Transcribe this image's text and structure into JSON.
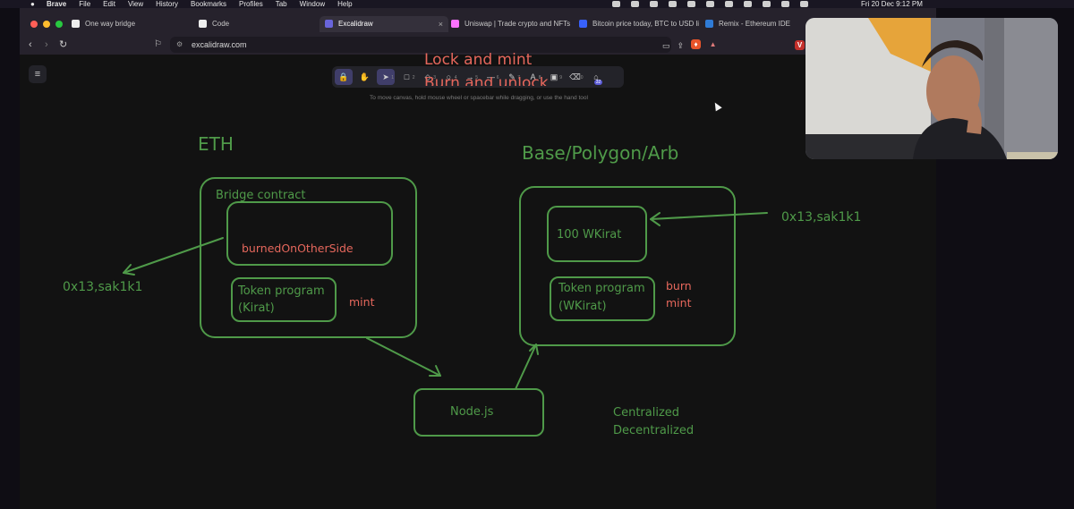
{
  "menubar": {
    "items": [
      "Brave",
      "File",
      "Edit",
      "View",
      "History",
      "Bookmarks",
      "Profiles",
      "Tab",
      "Window",
      "Help"
    ],
    "clock": "Fri 20 Dec  9:12 PM"
  },
  "browser": {
    "tabs": [
      {
        "label": "One way bridge",
        "icon": "notion-icon",
        "color": "#eeeeee"
      },
      {
        "label": "Code",
        "icon": "notion-icon",
        "color": "#eeeeee"
      },
      {
        "label": "Excalidraw",
        "icon": "excalidraw-icon",
        "color": "#6965db",
        "active": true,
        "close": "×"
      },
      {
        "label": "Uniswap | Trade crypto and NFTs",
        "icon": "uniswap-icon",
        "color": "#fc72ff"
      },
      {
        "label": "Bitcoin price today, BTC to USD li",
        "icon": "coinmarketcap-icon",
        "color": "#3861fb"
      },
      {
        "label": "Remix - Ethereum IDE",
        "icon": "remix-icon",
        "color": "#2f7bd6"
      }
    ],
    "url": "excalidraw.com"
  },
  "toolbar": {
    "tools": [
      {
        "name": "lock-tool",
        "glyph": "🔒",
        "key": ""
      },
      {
        "name": "hand-tool",
        "glyph": "✋",
        "key": ""
      },
      {
        "name": "selection-tool",
        "glyph": "➤",
        "key": "1"
      },
      {
        "name": "rectangle-tool",
        "glyph": "□",
        "key": "2"
      },
      {
        "name": "diamond-tool",
        "glyph": "◇",
        "key": "3"
      },
      {
        "name": "ellipse-tool",
        "glyph": "○",
        "key": "4"
      },
      {
        "name": "arrow-tool",
        "glyph": "→",
        "key": "5"
      },
      {
        "name": "line-tool",
        "glyph": "—",
        "key": "6"
      },
      {
        "name": "pencil-tool",
        "glyph": "✎",
        "key": "7"
      },
      {
        "name": "text-tool",
        "glyph": "A",
        "key": "8"
      },
      {
        "name": "image-tool",
        "glyph": "▣",
        "key": "9"
      },
      {
        "name": "eraser-tool",
        "glyph": "⌫",
        "key": "0"
      },
      {
        "name": "library-tool",
        "glyph": "⌂",
        "key": "",
        "badge": "32"
      }
    ],
    "hint": "To move canvas, hold mouse wheel or spacebar while dragging, or use the hand tool"
  },
  "canvas": {
    "overlay_title_1": "Lock and mint",
    "overlay_title_2": "Burn and unlock",
    "eth_heading": "ETH",
    "l2_heading": "Base/Polygon/Arb",
    "bridge_contract": "Bridge contract",
    "burned_on_other_side": "burnedOnOtherSide",
    "token_program_kirat": [
      "Token program",
      "(Kirat)"
    ],
    "mint_left": "mint",
    "address_left": "0x13,sak1k1",
    "address_right": "0x13,sak1k1",
    "wkirat_balance": "100 WKirat",
    "token_program_wkirat": [
      "Token program",
      "(WKirat)"
    ],
    "burn": "burn",
    "mint_right": "mint",
    "nodejs": "Node.js",
    "centralized": "Centralized",
    "decentralized": "Decentralized",
    "colors": {
      "stroke": "#4f9a49",
      "accent_text": "#e5675c"
    }
  }
}
